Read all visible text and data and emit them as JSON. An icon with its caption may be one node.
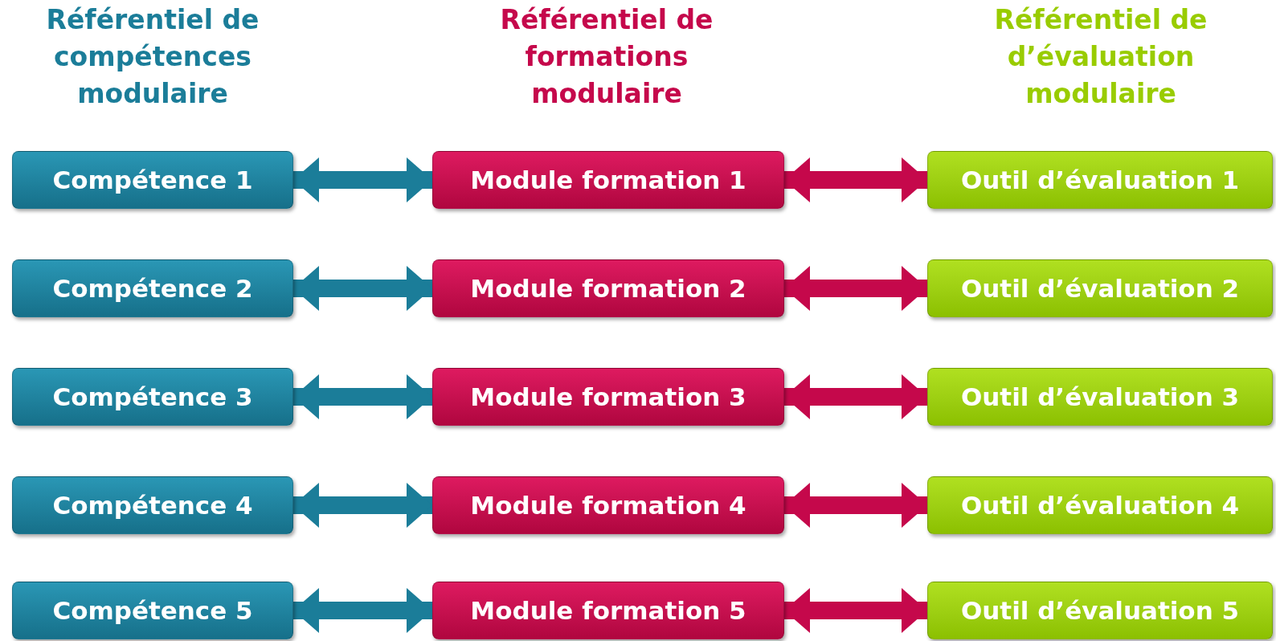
{
  "diagram": {
    "nodes": [
      {
        "text": [
          "Compétence 1"
        ]
      },
      {
        "text": [
          "Module formation 1"
        ]
      },
      {
        "text": [
          "Outil d’évaluation 1"
        ]
      },
      {
        "text": [
          "Compétence 2"
        ]
      },
      {
        "text": [
          "Module formation 2"
        ]
      },
      {
        "text": [
          "Outil d’évaluation 2"
        ]
      },
      {
        "text": [
          "Compétence 3"
        ]
      },
      {
        "text": [
          "Module formation 3"
        ]
      },
      {
        "text": [
          "Outil d’évaluation 3"
        ]
      },
      {
        "text": [
          "Compétence 4"
        ]
      },
      {
        "text": [
          "Module formation 4"
        ]
      },
      {
        "text": [
          "Outil d’évaluation 4"
        ]
      },
      {
        "text": [
          "Compétence 5"
        ]
      },
      {
        "text": [
          "Module formation 5"
        ]
      },
      {
        "text": [
          "Outil d’évaluation 5"
        ]
      }
    ],
    "edges": [
      {
        "from": 0,
        "to": 1,
        "arrow": "both",
        "color": "#1b7d99"
      },
      {
        "from": 1,
        "to": 2,
        "arrow": "both",
        "color": "#c5084b"
      },
      {
        "from": 3,
        "to": 4,
        "arrow": "both",
        "color": "#1b7d99"
      },
      {
        "from": 4,
        "to": 5,
        "arrow": "both",
        "color": "#c5084b"
      },
      {
        "from": 6,
        "to": 7,
        "arrow": "both",
        "color": "#1b7d99"
      },
      {
        "from": 7,
        "to": 8,
        "arrow": "both",
        "color": "#c5084b"
      },
      {
        "from": 9,
        "to": 10,
        "arrow": "both",
        "color": "#1b7d99"
      },
      {
        "from": 10,
        "to": 11,
        "arrow": "both",
        "color": "#c5084b"
      },
      {
        "from": 12,
        "to": 13,
        "arrow": "both",
        "color": "#1b7d99"
      },
      {
        "from": 13,
        "to": 14,
        "arrow": "both",
        "color": "#c5084b"
      }
    ],
    "labels": [
      "Référentiel de compétences modulaire",
      "Référentiel de formations modulaire",
      "Référentiel de d’évaluation modulaire"
    ]
  }
}
